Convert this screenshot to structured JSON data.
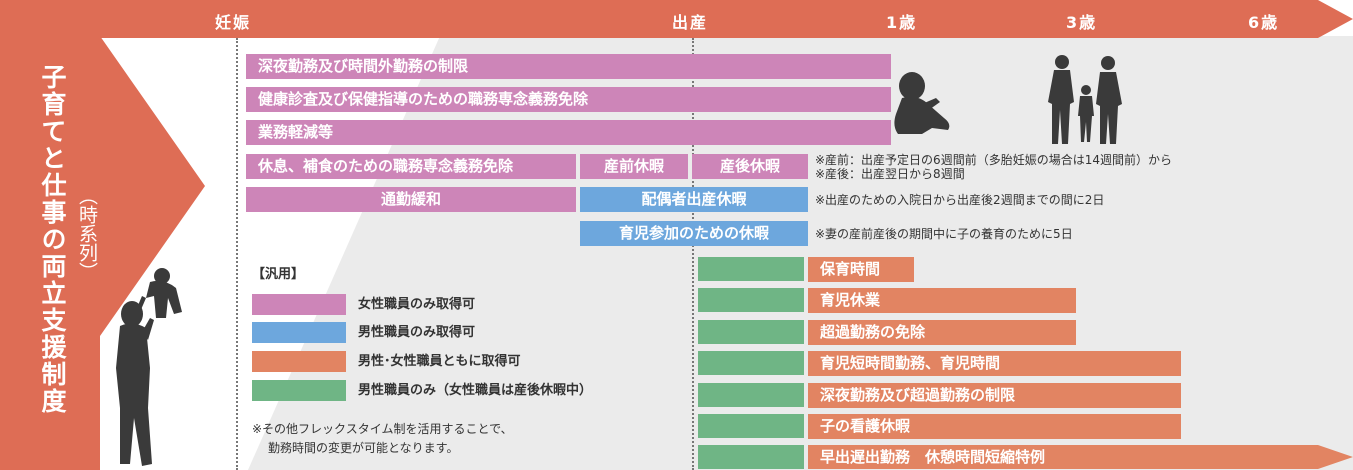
{
  "timeline": {
    "labels": [
      "妊娠",
      "出産",
      "1歳",
      "3歳",
      "6歳"
    ]
  },
  "side": {
    "title": "子育てと仕事の両立支援制度",
    "subtitle": "（時系列）"
  },
  "colors": {
    "female_only": "#cd85b8",
    "male_only": "#6da7dd",
    "both": "#e28462",
    "male_only_during_leave": "#6fb585",
    "accent": "#de6d55"
  },
  "bars_top": [
    "深夜勤務及び時間外勤務の制限",
    "健康診査及び保健指導のための職務専念義務免除",
    "業務軽減等",
    "休息、補食のための職務専念義務免除",
    "産前休暇",
    "産後休暇",
    "通勤緩和",
    "配偶者出産休暇",
    "育児参加のための休暇"
  ],
  "notes": {
    "leave_line1": "※産前：出産予定日の6週間前（多胎妊娠の場合は14週間前）から",
    "leave_line2": "※産後：出産翌日から8週間",
    "spouse_leave": "※出産のための入院日から出産後2週間までの間に2日",
    "childcare_participation": "※妻の産前産後の期間中に子の養育のために5日"
  },
  "legend": {
    "heading": "【汎用】",
    "items": [
      "女性職員のみ取得可",
      "男性職員のみ取得可",
      "男性･女性職員ともに取得可",
      "男性職員のみ（女性職員は産後休暇中）"
    ]
  },
  "footnote": {
    "line1": "※その他フレックスタイム制を活用することで、",
    "line2": "勤務時間の変更が可能となります。"
  },
  "bars_bottom": [
    "保育時間",
    "育児休業",
    "超過勤務の免除",
    "育児短時間勤務、育児時間",
    "深夜勤務及び超過勤務の制限",
    "子の看護休暇",
    "早出遅出勤務　休憩時間短縮特例"
  ],
  "icons": [
    "baby-silhouette-icon",
    "family-silhouette-icon",
    "parent-lifting-child-icon"
  ]
}
